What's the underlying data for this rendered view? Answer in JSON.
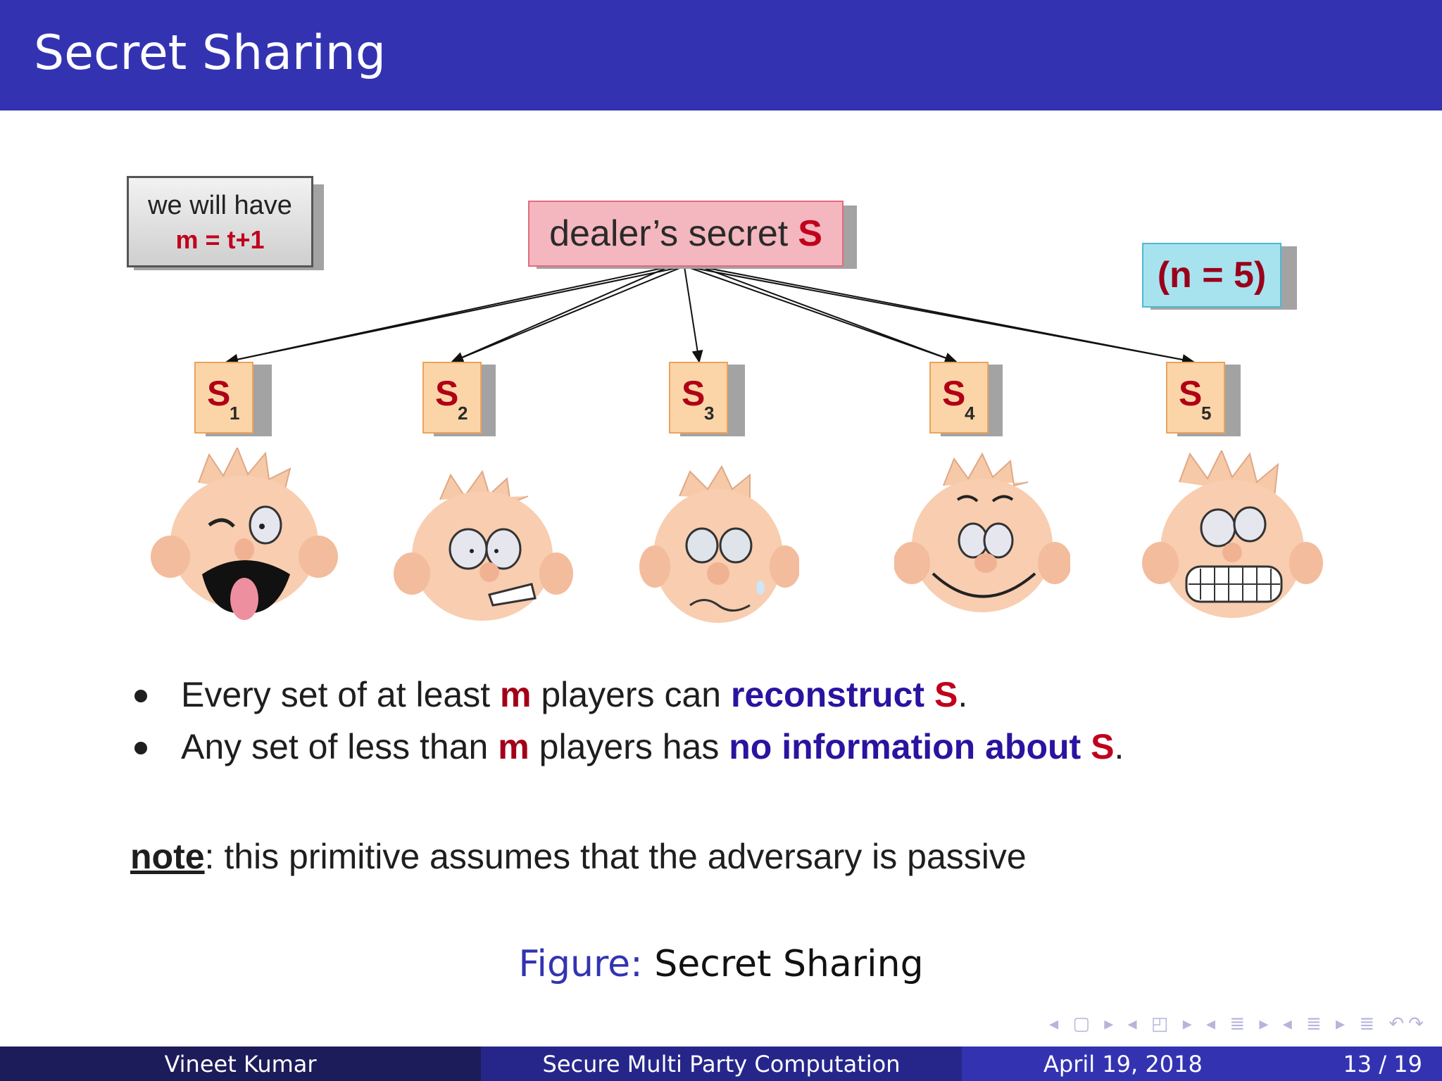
{
  "slide": {
    "title": "Secret Sharing"
  },
  "diagram": {
    "note_box": {
      "line1": "we will have",
      "line2": "m = t+1"
    },
    "dealer": {
      "label": "dealer’s secret",
      "secret": "S"
    },
    "n_label": "(n = 5)",
    "shares": [
      {
        "letter": "S",
        "index": "1"
      },
      {
        "letter": "S",
        "index": "2"
      },
      {
        "letter": "S",
        "index": "3"
      },
      {
        "letter": "S",
        "index": "4"
      },
      {
        "letter": "S",
        "index": "5"
      }
    ],
    "faces": [
      "tongue-out-face",
      "worried-face",
      "crying-face",
      "smiling-face",
      "grimacing-face"
    ]
  },
  "bullets": [
    {
      "pre": "Every set of at least",
      "m": "m",
      "mid": "players can",
      "em": "reconstruct",
      "s": "S",
      "post": "."
    },
    {
      "pre": "Any set of less than",
      "m": "m",
      "mid": "players has",
      "em": "no information about",
      "s": "S",
      "post": "."
    }
  ],
  "note": {
    "label": "note",
    "text": ": this primitive assumes that the adversary is passive"
  },
  "caption": {
    "label": "Figure:",
    "text": "Secret Sharing"
  },
  "navbar_symbols": "◂ ▢ ▸ ◂ ◰ ▸ ◂ ≣ ▸ ◂ ≣ ▸   ≣   ↶↷",
  "footer": {
    "author": "Vineet Kumar",
    "title": "Secure Multi Party Computation",
    "date": "April 19, 2018",
    "page": "13 / 19"
  },
  "colors": {
    "title_bar": "#3333b2",
    "accent_red": "#c0001c",
    "accent_blue": "#2b13a0",
    "dealer_fill": "#f4b6bf",
    "share_fill": "#fbd5a8",
    "n_fill": "#a7e3ef"
  }
}
